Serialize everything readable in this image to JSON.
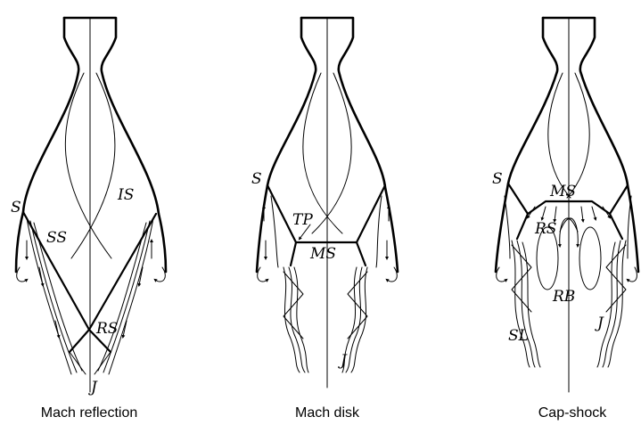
{
  "panels": [
    {
      "caption": "Mach reflection",
      "labels": {
        "S": "S",
        "SS": "SS",
        "IS": "IS",
        "RS": "RS",
        "J": "J"
      }
    },
    {
      "caption": "Mach disk",
      "labels": {
        "S": "S",
        "TP": "TP",
        "MS": "MS",
        "J": "J"
      }
    },
    {
      "caption": "Cap-shock",
      "labels": {
        "S": "S",
        "MS": "MS",
        "RS": "RS",
        "RB": "RB",
        "SL": "SL",
        "J": "J"
      }
    }
  ]
}
